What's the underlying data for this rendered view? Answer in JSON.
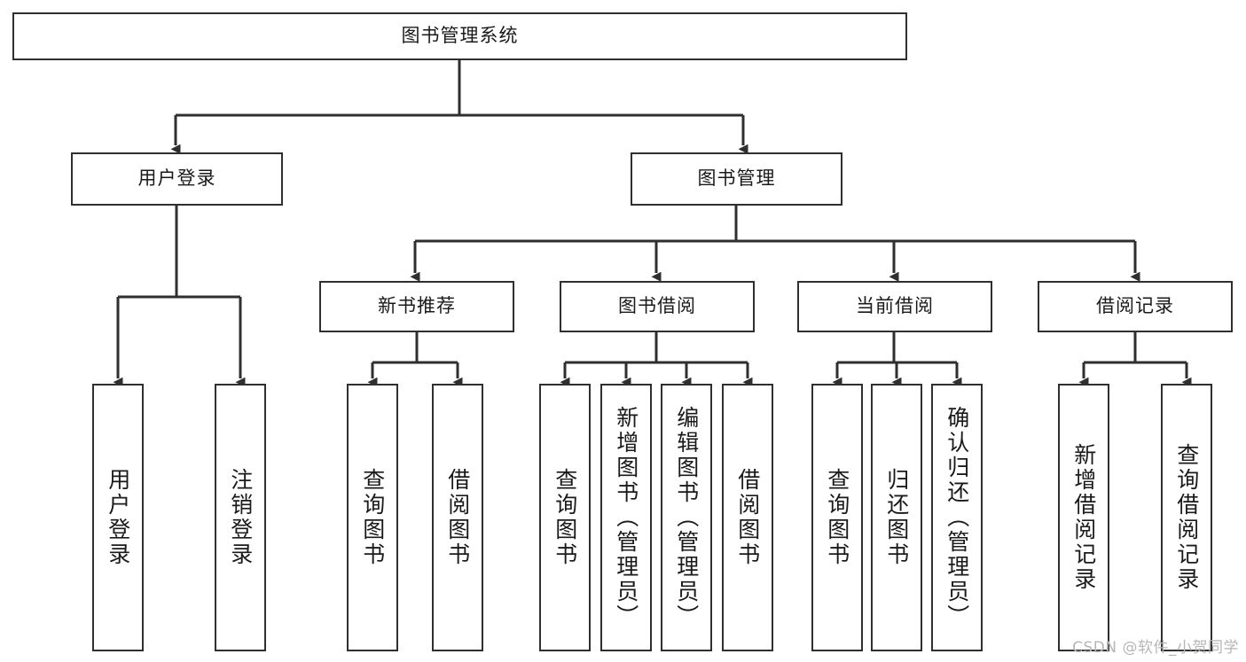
{
  "diagram": {
    "type": "tree-hierarchy-chart",
    "title": "图书管理系统",
    "background_color": "#ffffff",
    "line_color": "#2f2f2f",
    "text_color": "#1a1a1a",
    "watermark": "CSDN @软件_小贺同学",
    "levels": [
      {
        "level": 1,
        "nodes": [
          {
            "id": "root",
            "label": "图书管理系统",
            "orientation": "horizontal"
          }
        ]
      },
      {
        "level": 2,
        "nodes": [
          {
            "id": "l2-0",
            "label": "用户登录",
            "orientation": "horizontal",
            "parent": "root"
          },
          {
            "id": "l2-1",
            "label": "图书管理",
            "orientation": "horizontal",
            "parent": "root"
          }
        ]
      },
      {
        "level": 3,
        "nodes": [
          {
            "id": "l3-0",
            "label": "新书推荐",
            "orientation": "horizontal",
            "parent": "l2-1"
          },
          {
            "id": "l3-1",
            "label": "图书借阅",
            "orientation": "horizontal",
            "parent": "l2-1"
          },
          {
            "id": "l3-2",
            "label": "当前借阅",
            "orientation": "horizontal",
            "parent": "l2-1"
          },
          {
            "id": "l3-3",
            "label": "借阅记录",
            "orientation": "horizontal",
            "parent": "l2-1"
          }
        ]
      },
      {
        "level": 4,
        "nodes": [
          {
            "id": "l4-0",
            "label": "用户登录",
            "orientation": "vertical",
            "parent": "l2-0"
          },
          {
            "id": "l4-1",
            "label": "注销登录",
            "orientation": "vertical",
            "parent": "l2-0"
          },
          {
            "id": "l4-2",
            "label": "查询图书",
            "orientation": "vertical",
            "parent": "l3-0"
          },
          {
            "id": "l4-3",
            "label": "借阅图书",
            "orientation": "vertical",
            "parent": "l3-0"
          },
          {
            "id": "l4-4",
            "label": "查询图书",
            "orientation": "vertical",
            "parent": "l3-1"
          },
          {
            "id": "l4-5",
            "label": "新增图书（管理员）",
            "orientation": "vertical",
            "parent": "l3-1"
          },
          {
            "id": "l4-6",
            "label": "编辑图书（管理员）",
            "orientation": "vertical",
            "parent": "l3-1"
          },
          {
            "id": "l4-7",
            "label": "借阅图书",
            "orientation": "vertical",
            "parent": "l3-1"
          },
          {
            "id": "l4-8",
            "label": "查询图书",
            "orientation": "vertical",
            "parent": "l3-2"
          },
          {
            "id": "l4-9",
            "label": "归还图书",
            "orientation": "vertical",
            "parent": "l3-2"
          },
          {
            "id": "l4-10",
            "label": "确认归还（管理员）",
            "orientation": "vertical",
            "parent": "l3-2"
          },
          {
            "id": "l4-11",
            "label": "新增借阅记录",
            "orientation": "vertical",
            "parent": "l3-3"
          },
          {
            "id": "l4-12",
            "label": "查询借阅记录",
            "orientation": "vertical",
            "parent": "l3-3"
          }
        ]
      }
    ]
  }
}
